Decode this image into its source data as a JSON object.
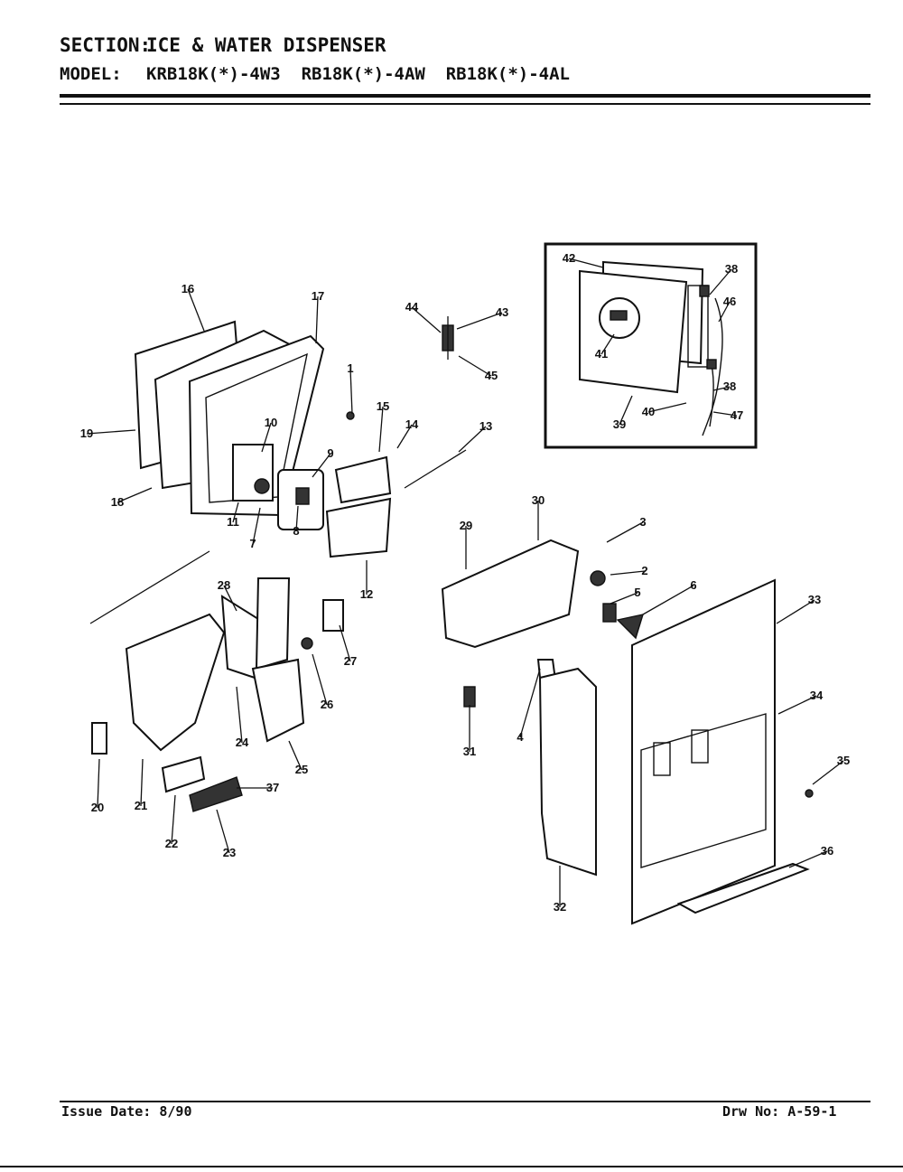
{
  "header": {
    "section_key": "SECTION:",
    "section_value": "ICE & WATER DISPENSER",
    "model_key": "MODEL:",
    "model_value": "KRB18K(*)-4W3  RB18K(*)-4AW  RB18K(*)-4AL"
  },
  "footer": {
    "issue": "Issue Date: 8/90",
    "drawing_no": "Drw No: A-59-1"
  },
  "callouts": [
    "1",
    "2",
    "3",
    "4",
    "5",
    "6",
    "7",
    "8",
    "9",
    "10",
    "11",
    "12",
    "13",
    "14",
    "15",
    "16",
    "17",
    "18",
    "19",
    "20",
    "21",
    "22",
    "23",
    "24",
    "25",
    "26",
    "27",
    "28",
    "29",
    "30",
    "31",
    "32",
    "33",
    "34",
    "35",
    "36",
    "37",
    "38",
    "38",
    "39",
    "40",
    "41",
    "42",
    "43",
    "44",
    "45",
    "46",
    "47"
  ]
}
